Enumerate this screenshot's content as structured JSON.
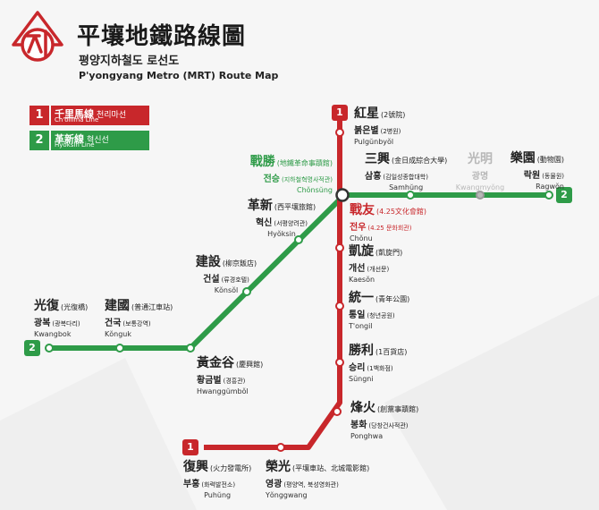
{
  "header": {
    "title_zh": "平壤地鐵路線圖",
    "title_ko": "평양지하철도 로선도",
    "title_en": "P'yongyang Metro (MRT) Route Map"
  },
  "colors": {
    "red_line": "#c8272b",
    "green_line": "#2e9b48",
    "closed_station": "#b8b8b8",
    "background": "#f6f6f6"
  },
  "logo": {
    "name": "metro-logo-icon",
    "glyph": "지"
  },
  "legend": [
    {
      "number": "1",
      "name_zh": "千里馬線",
      "name_ko": "천리마선",
      "name_en": "Ch'ŏllima Line",
      "color": "#c8272b"
    },
    {
      "number": "2",
      "name_zh": "革新線",
      "name_ko": "혁신선",
      "name_en": "Hyŏksin Line",
      "color": "#2e9b48"
    }
  ],
  "line_badges": {
    "red_top": "1",
    "red_bottom": "1",
    "green_left": "2",
    "green_right": "2"
  },
  "stations": {
    "pulgunbyol": {
      "zh": "紅星",
      "zh_sub": "(2號院)",
      "ko": "붉은별",
      "ko_sub": "(2병원)",
      "en": "Pulgŭnbyŏl"
    },
    "chonsung": {
      "zh": "戰勝",
      "zh_sub": "(地鐵革命事蹟館)",
      "ko": "전승",
      "ko_sub": "(지하철혁명사적관)",
      "en": "Chŏnsŭng"
    },
    "samhung": {
      "zh": "三興",
      "zh_sub": "(金日成綜合大學)",
      "ko": "삼흥",
      "ko_sub": "(김일성종합대학)",
      "en": "Samhŭng"
    },
    "kwangmyong": {
      "zh": "光明",
      "ko": "광명",
      "en": "Kwangmyŏng"
    },
    "ragwon": {
      "zh": "樂園",
      "zh_sub": "(動物園)",
      "ko": "락원",
      "ko_sub": "(동물원)",
      "en": "Ragwŏn"
    },
    "chonu": {
      "zh": "戰友",
      "zh_sub": "(4.25文化會館)",
      "ko": "전우",
      "ko_sub": "(4.25 문화회관)",
      "en": "Chŏnu"
    },
    "kaeson": {
      "zh": "凱旋",
      "zh_sub": "(凱旋門)",
      "ko": "개선",
      "ko_sub": "(개선문)",
      "en": "Kaesŏn"
    },
    "tongil": {
      "zh": "統一",
      "zh_sub": "(青年公園)",
      "ko": "통일",
      "ko_sub": "(청년공원)",
      "en": "T'ongil"
    },
    "sungni": {
      "zh": "勝利",
      "zh_sub": "(1百貨店)",
      "ko": "승리",
      "ko_sub": "(1백화점)",
      "en": "Sŭngni"
    },
    "ponghwa": {
      "zh": "烽火",
      "zh_sub": "(創黨事蹟館)",
      "ko": "봉화",
      "ko_sub": "(당창건사적관)",
      "en": "Ponghwa"
    },
    "punghung": {
      "zh": "復興",
      "zh_sub": "(火力發電所)",
      "ko": "부흥",
      "ko_sub": "(화력발전소)",
      "en": "Puhŭng"
    },
    "yonggwang": {
      "zh": "榮光",
      "zh_sub": "(平壤車站、北城電影館)",
      "ko": "영광",
      "ko_sub": "(평양역, 북성영화관)",
      "en": "Yŏnggwang"
    },
    "hyoksin": {
      "zh": "革新",
      "zh_sub": "(西平壤旅館)",
      "ko": "혁신",
      "ko_sub": "(서평양려관)",
      "en": "Hyŏksin"
    },
    "konsol": {
      "zh": "建設",
      "zh_sub": "(柳京飯店)",
      "ko": "건설",
      "ko_sub": "(류경호텔)",
      "en": "Kŏnsŏl"
    },
    "hwanggumbol": {
      "zh": "黃金谷",
      "zh_sub": "(慶興館)",
      "ko": "황금벌",
      "ko_sub": "(경흥관)",
      "en": "Hwanggŭmbŏl"
    },
    "konguk": {
      "zh": "建國",
      "zh_sub": "(普通江車站)",
      "ko": "건국",
      "ko_sub": "(보통강역)",
      "en": "Kŏnguk"
    },
    "kwangbok": {
      "zh": "光復",
      "zh_sub": "(光復橋)",
      "ko": "광복",
      "ko_sub": "(광복다리)",
      "en": "Kwangbok"
    }
  }
}
